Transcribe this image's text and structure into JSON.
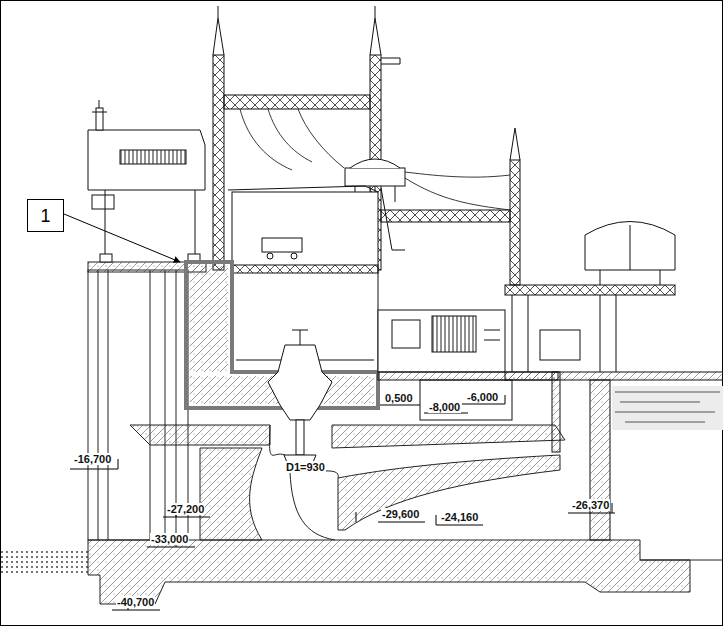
{
  "diagram": {
    "nodes": [
      {
        "text": [
          "1"
        ]
      }
    ],
    "labels": [
      "-16,700",
      "-27,200",
      "-33,000",
      "-40,700",
      "D1=930",
      "-29,600",
      "-24,160",
      "-26,370",
      "0,500",
      "-6,000",
      "-8,000"
    ]
  }
}
